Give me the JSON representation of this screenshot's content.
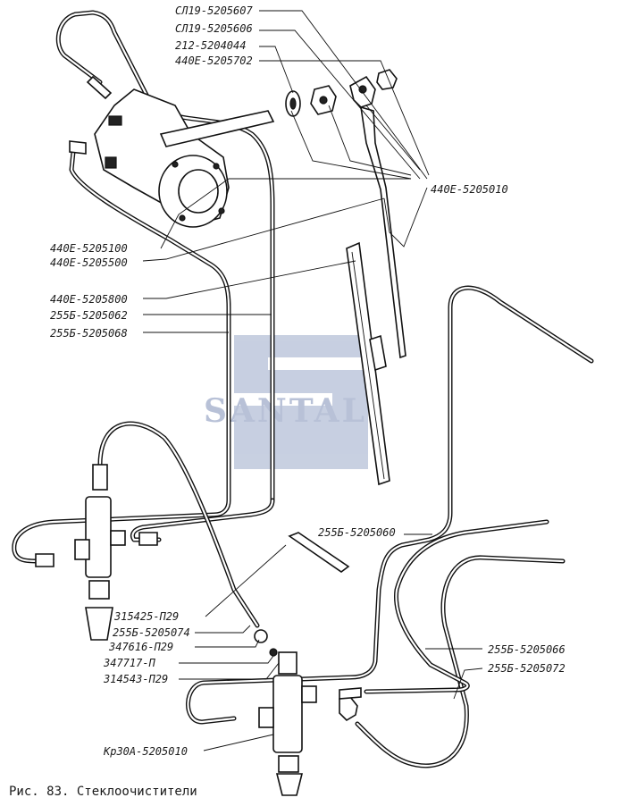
{
  "labels_top": [
    "СЛ19-5205607",
    "СЛ19-5205606",
    "212-5204044",
    "440Е-5205702"
  ],
  "labels_left": [
    "440Е-5205100",
    "440Е-5205500",
    "440Е-5205800",
    "255Б-5205062",
    "255Б-5205068"
  ],
  "label_right_upper": "440Е-5205010",
  "label_mid": "255Б-5205060",
  "labels_bottom_left": [
    "315425-П29",
    "255Б-5205074",
    "347616-П29",
    "347717-П",
    "314543-П29"
  ],
  "labels_bottom_right": [
    "255Б-5205066",
    "255Б-5205072"
  ],
  "label_valve": "Кр30А-5205010",
  "caption": "Рис. 83. Стеклоочистители",
  "watermark": {
    "text": "SANTAL",
    "color": "#9aa9c9"
  }
}
